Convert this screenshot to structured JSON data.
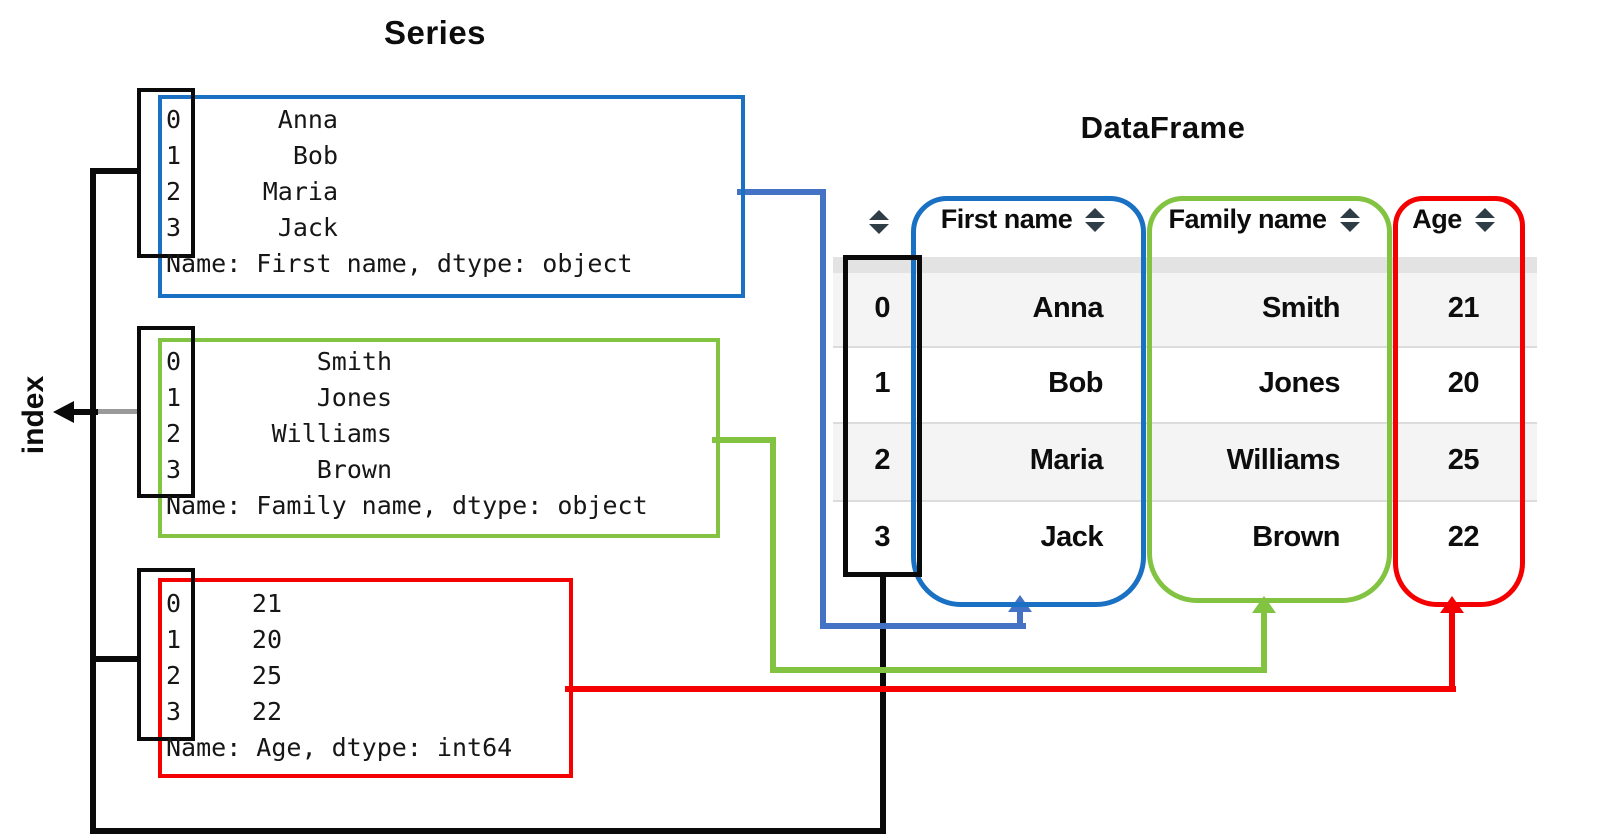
{
  "titles": {
    "series": "Series",
    "dataframe": "DataFrame",
    "index_label": "index"
  },
  "colors": {
    "series_first_name": "#1a70c2",
    "series_family_name": "#82c341",
    "series_age": "#f40000",
    "connector_blue": "#4472c4",
    "index_lines": "#0a0a0a",
    "table_stripe": "#f4f4f4",
    "table_header_band": "#e3e3e3",
    "sort_icon": "#2f3e46"
  },
  "series": [
    {
      "name": "first-name",
      "indices": [
        "0",
        "1",
        "2",
        "3"
      ],
      "values": [
        "Anna",
        "Bob",
        "Maria",
        "Jack"
      ],
      "footer": "Name: First name, dtype: object"
    },
    {
      "name": "family-name",
      "indices": [
        "0",
        "1",
        "2",
        "3"
      ],
      "values": [
        "Smith",
        "Jones",
        "Williams",
        "Brown"
      ],
      "footer": "Name: Family name, dtype: object"
    },
    {
      "name": "age",
      "indices": [
        "0",
        "1",
        "2",
        "3"
      ],
      "values": [
        "21",
        "20",
        "25",
        "22"
      ],
      "footer": "Name: Age, dtype: int64"
    }
  ],
  "dataframe": {
    "columns": [
      {
        "label": "First name"
      },
      {
        "label": "Family name"
      },
      {
        "label": "Age"
      }
    ],
    "index": [
      "0",
      "1",
      "2",
      "3"
    ],
    "rows": [
      {
        "first_name": "Anna",
        "family_name": "Smith",
        "age": "21"
      },
      {
        "first_name": "Bob",
        "family_name": "Jones",
        "age": "20"
      },
      {
        "first_name": "Maria",
        "family_name": "Williams",
        "age": "25"
      },
      {
        "first_name": "Jack",
        "family_name": "Brown",
        "age": "22"
      }
    ]
  }
}
